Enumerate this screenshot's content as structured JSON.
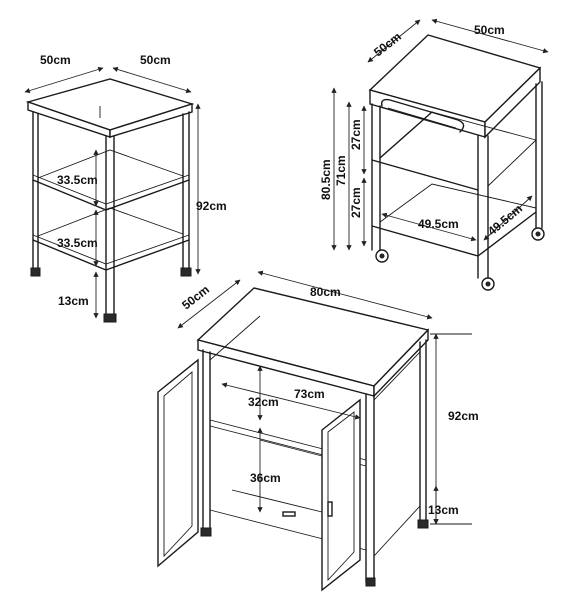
{
  "shelf_unit": {
    "width": "50cm",
    "depth": "50cm",
    "shelf_gap_1": "33.5cm",
    "shelf_gap_2": "33.5cm",
    "leg_clearance": "13cm",
    "height": "92cm"
  },
  "trolley": {
    "width": "50cm",
    "depth": "50cm",
    "gap_top": "27cm",
    "gap_bottom": "27cm",
    "inner_height": "71cm",
    "total_height": "80.5cm",
    "shelf_width": "49.5cm",
    "shelf_depth": "49.5cm"
  },
  "cabinet": {
    "width": "80cm",
    "depth": "50cm",
    "inner_width": "73cm",
    "upper_gap": "32cm",
    "lower_gap": "36cm",
    "height": "92cm",
    "leg_clearance": "13cm"
  }
}
